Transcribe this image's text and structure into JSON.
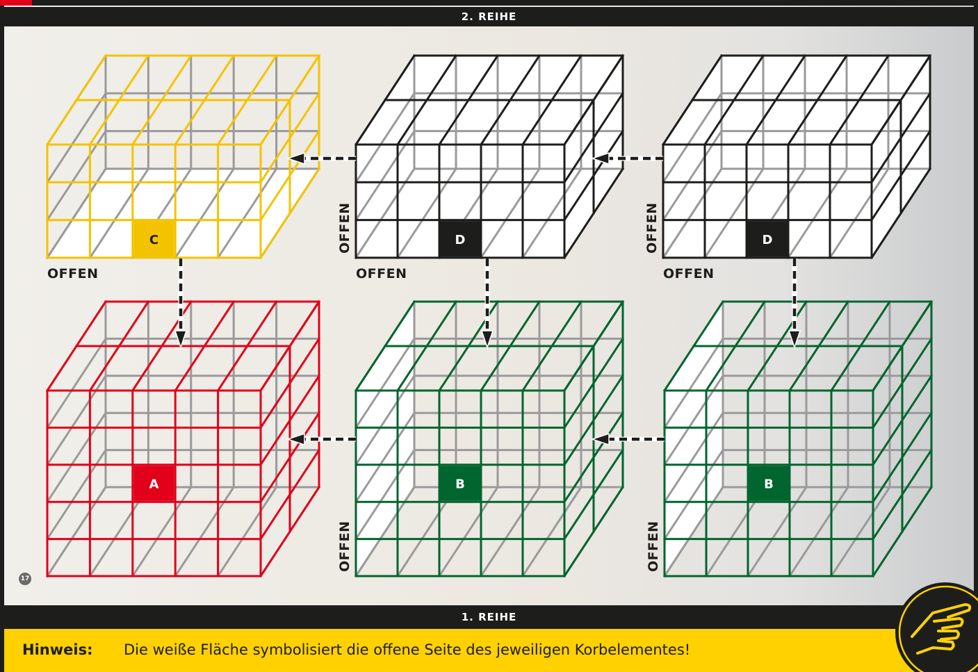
{
  "header": {
    "row2_label": "2. REIHE",
    "row1_label": "1. REIHE"
  },
  "hint": {
    "label": "Hinweis:",
    "text": "Die weiße Fläche symbolisiert die offene Seite des jeweiligen Korbelementes!"
  },
  "page_number": "17",
  "colors": {
    "yellow": "#f4c300",
    "black": "#1d1d1b",
    "red": "#e2001a",
    "green": "#00652e",
    "back_grid": "#9a9a9a",
    "hint_bg": "#ffd100"
  },
  "icons": {
    "hint_badge": "pointing-hand-icon"
  },
  "cages": [
    {
      "id": "top-left",
      "row": 2,
      "color": "yellow",
      "label": "C",
      "open_sides": [
        "bottom"
      ],
      "open_texts": [
        "OFFEN"
      ]
    },
    {
      "id": "top-middle",
      "row": 2,
      "color": "black",
      "label": "D",
      "open_sides": [
        "left",
        "bottom"
      ],
      "open_texts": [
        "OFFEN",
        "OFFEN"
      ]
    },
    {
      "id": "top-right",
      "row": 2,
      "color": "black",
      "label": "D",
      "open_sides": [
        "left",
        "bottom"
      ],
      "open_texts": [
        "OFFEN",
        "OFFEN"
      ]
    },
    {
      "id": "bottom-left",
      "row": 1,
      "color": "red",
      "label": "A",
      "open_sides": [],
      "open_texts": []
    },
    {
      "id": "bottom-middle",
      "row": 1,
      "color": "green",
      "label": "B",
      "open_sides": [
        "left"
      ],
      "open_texts": [
        "OFFEN"
      ]
    },
    {
      "id": "bottom-right",
      "row": 1,
      "color": "green",
      "label": "B",
      "open_sides": [
        "left"
      ],
      "open_texts": [
        "OFFEN"
      ]
    }
  ]
}
